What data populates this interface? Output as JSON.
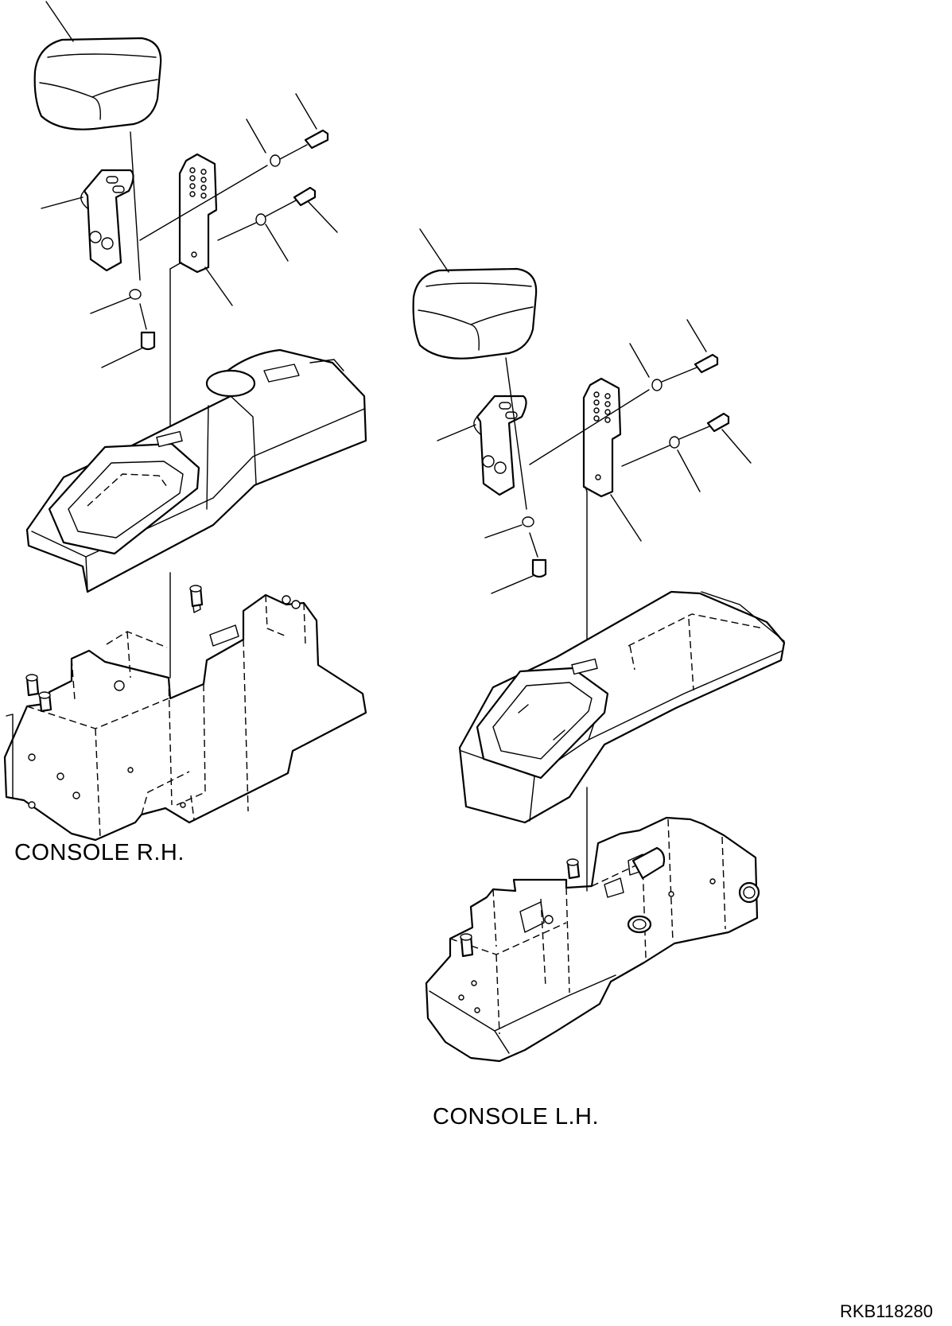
{
  "diagram": {
    "captions": {
      "console_rh": "CONSOLE R.H.",
      "console_lh": "CONSOLE L.H."
    },
    "drawing_number": "RKB118280"
  }
}
